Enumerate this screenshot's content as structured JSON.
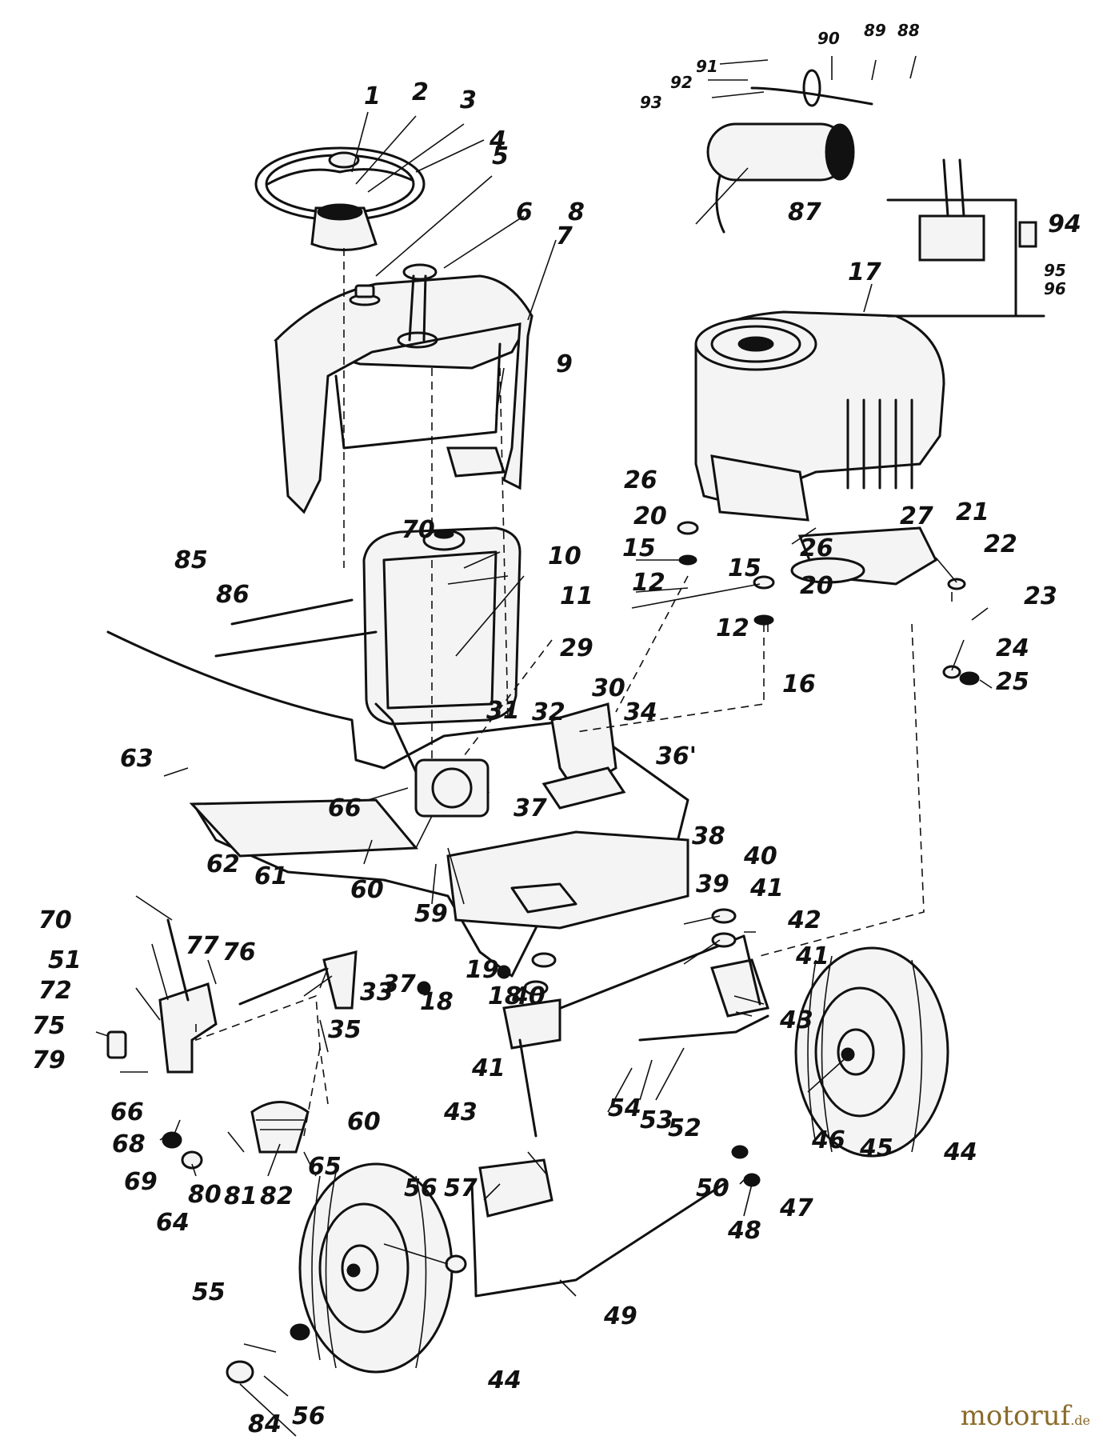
{
  "watermark": {
    "name": "motoruf",
    "suffix": ".de"
  },
  "colors": {
    "ink": "#111111",
    "paper": "#ffffff",
    "watermark": "#8a6a2a"
  },
  "callouts": [
    {
      "id": "1",
      "text": "1"
    },
    {
      "id": "2",
      "text": "2"
    },
    {
      "id": "3",
      "text": "3"
    },
    {
      "id": "4",
      "text": "4"
    },
    {
      "id": "5",
      "text": "5"
    },
    {
      "id": "6",
      "text": "6"
    },
    {
      "id": "7",
      "text": "7"
    },
    {
      "id": "8",
      "text": "8"
    },
    {
      "id": "9",
      "text": "9"
    },
    {
      "id": "10",
      "text": "10"
    },
    {
      "id": "11",
      "text": "11"
    },
    {
      "id": "12a",
      "text": "12"
    },
    {
      "id": "12b",
      "text": "12"
    },
    {
      "id": "15a",
      "text": "15"
    },
    {
      "id": "15b",
      "text": "15"
    },
    {
      "id": "16",
      "text": "16"
    },
    {
      "id": "17",
      "text": "17"
    },
    {
      "id": "18a",
      "text": "18"
    },
    {
      "id": "18b",
      "text": "18"
    },
    {
      "id": "19",
      "text": "19"
    },
    {
      "id": "20a",
      "text": "20"
    },
    {
      "id": "20b",
      "text": "20"
    },
    {
      "id": "21",
      "text": "21"
    },
    {
      "id": "22",
      "text": "22"
    },
    {
      "id": "23",
      "text": "23"
    },
    {
      "id": "24",
      "text": "24"
    },
    {
      "id": "25",
      "text": "25"
    },
    {
      "id": "26a",
      "text": "26"
    },
    {
      "id": "26b",
      "text": "26"
    },
    {
      "id": "27",
      "text": "27"
    },
    {
      "id": "29",
      "text": "29"
    },
    {
      "id": "30",
      "text": "30"
    },
    {
      "id": "31",
      "text": "31"
    },
    {
      "id": "32",
      "text": "32"
    },
    {
      "id": "33",
      "text": "33"
    },
    {
      "id": "34",
      "text": "34"
    },
    {
      "id": "35",
      "text": "35"
    },
    {
      "id": "36",
      "text": "36'"
    },
    {
      "id": "37a",
      "text": "37"
    },
    {
      "id": "37b",
      "text": "37"
    },
    {
      "id": "38",
      "text": "38"
    },
    {
      "id": "39",
      "text": "39"
    },
    {
      "id": "40a",
      "text": "40"
    },
    {
      "id": "40b",
      "text": "40"
    },
    {
      "id": "41a",
      "text": "41"
    },
    {
      "id": "41b",
      "text": "41"
    },
    {
      "id": "41c",
      "text": "41"
    },
    {
      "id": "42",
      "text": "42"
    },
    {
      "id": "43a",
      "text": "43"
    },
    {
      "id": "43b",
      "text": "43"
    },
    {
      "id": "44a",
      "text": "44"
    },
    {
      "id": "44b",
      "text": "44"
    },
    {
      "id": "45",
      "text": "45"
    },
    {
      "id": "46",
      "text": "46"
    },
    {
      "id": "47",
      "text": "47"
    },
    {
      "id": "48",
      "text": "48"
    },
    {
      "id": "49",
      "text": "49"
    },
    {
      "id": "50",
      "text": "50"
    },
    {
      "id": "51",
      "text": "51"
    },
    {
      "id": "52",
      "text": "52"
    },
    {
      "id": "53",
      "text": "53"
    },
    {
      "id": "54",
      "text": "54"
    },
    {
      "id": "55",
      "text": "55"
    },
    {
      "id": "56a",
      "text": "56"
    },
    {
      "id": "56b",
      "text": "56"
    },
    {
      "id": "57",
      "text": "57"
    },
    {
      "id": "59",
      "text": "59"
    },
    {
      "id": "60a",
      "text": "60"
    },
    {
      "id": "60b",
      "text": "60"
    },
    {
      "id": "61",
      "text": "61"
    },
    {
      "id": "62",
      "text": "62"
    },
    {
      "id": "63",
      "text": "63"
    },
    {
      "id": "64",
      "text": "64"
    },
    {
      "id": "65",
      "text": "65"
    },
    {
      "id": "66a",
      "text": "66"
    },
    {
      "id": "66b",
      "text": "66"
    },
    {
      "id": "68",
      "text": "68"
    },
    {
      "id": "69",
      "text": "69"
    },
    {
      "id": "70a",
      "text": "70"
    },
    {
      "id": "70b",
      "text": "70"
    },
    {
      "id": "72",
      "text": "72"
    },
    {
      "id": "75",
      "text": "75"
    },
    {
      "id": "76",
      "text": "76"
    },
    {
      "id": "77",
      "text": "77"
    },
    {
      "id": "79",
      "text": "79"
    },
    {
      "id": "80",
      "text": "80"
    },
    {
      "id": "81",
      "text": "81"
    },
    {
      "id": "82",
      "text": "82"
    },
    {
      "id": "84",
      "text": "84"
    },
    {
      "id": "85",
      "text": "85"
    },
    {
      "id": "86",
      "text": "86"
    },
    {
      "id": "87",
      "text": "87"
    },
    {
      "id": "88",
      "text": "88"
    },
    {
      "id": "89",
      "text": "89"
    },
    {
      "id": "90",
      "text": "90"
    },
    {
      "id": "91",
      "text": "91"
    },
    {
      "id": "92",
      "text": "92"
    },
    {
      "id": "93",
      "text": "93"
    },
    {
      "id": "94",
      "text": "94"
    },
    {
      "id": "95",
      "text": "95"
    },
    {
      "id": "96",
      "text": "96"
    }
  ]
}
